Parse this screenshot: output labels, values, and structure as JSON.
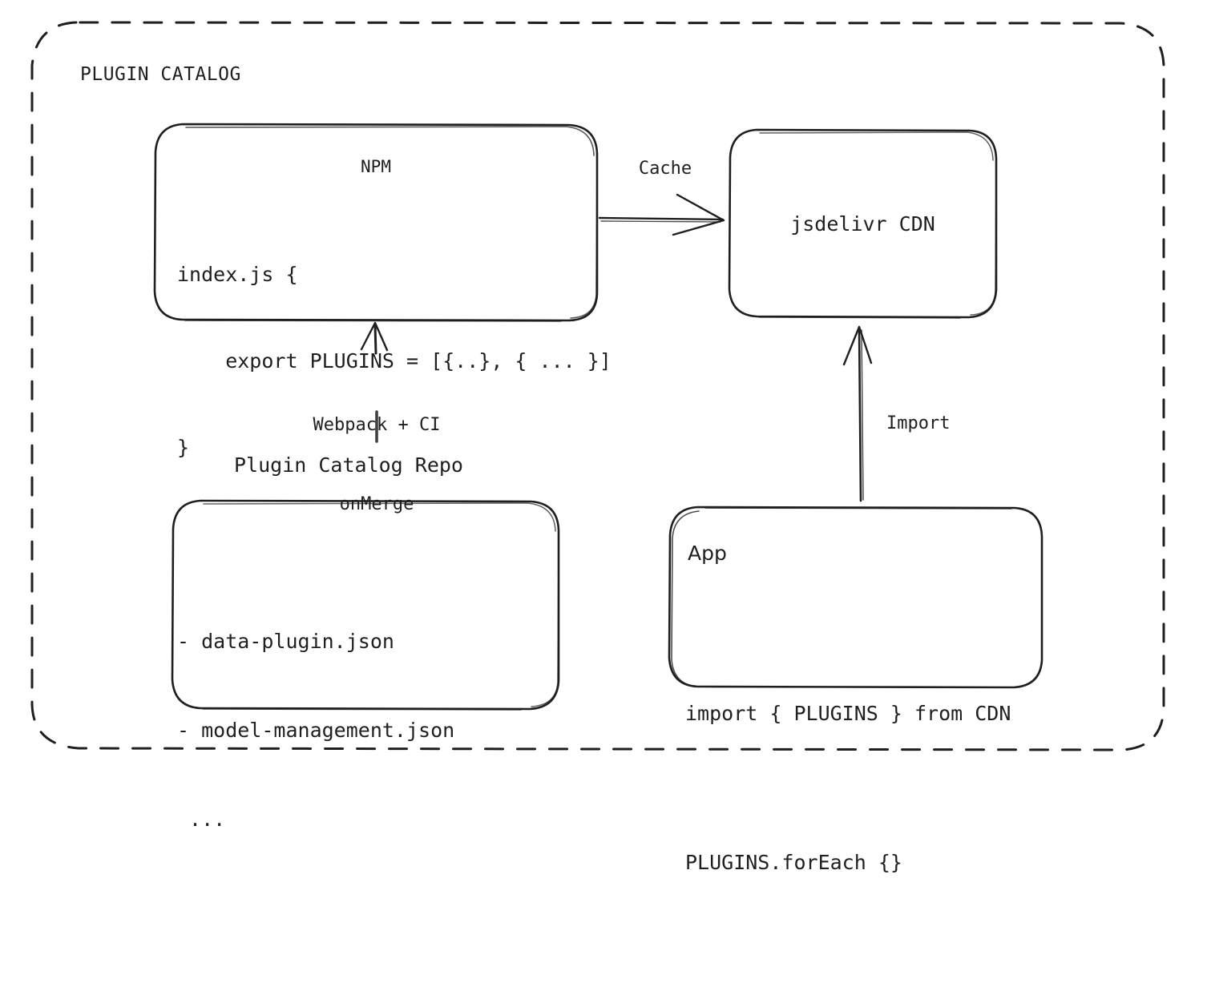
{
  "diagram": {
    "title": "PLUGIN CATALOG",
    "background_color": "#ffffff",
    "stroke_color": "#1f1f1f",
    "style": "hand-drawn sketch (excalidraw)",
    "container": {
      "name": "plugin-catalog-group",
      "border_style": "dashed",
      "label": "PLUGIN CATALOG"
    },
    "nodes": {
      "npm": {
        "title": "NPM",
        "code_lines": [
          "index.js {",
          "    export PLUGINS = [{..}, { ... }]",
          "}"
        ]
      },
      "cdn": {
        "title": "jsdelivr CDN"
      },
      "repo": {
        "caption": "Plugin Catalog Repo",
        "items": [
          "- data-plugin.json",
          "- model-management.json",
          " ..."
        ]
      },
      "app": {
        "title": "App",
        "code_lines": [
          "import { PLUGINS } from CDN",
          "PLUGINS.forEach {}"
        ]
      }
    },
    "edges": [
      {
        "name": "npm-to-cdn",
        "label": "Cache",
        "from": "npm",
        "to": "cdn",
        "direction": "right"
      },
      {
        "name": "repo-to-npm",
        "label": "Webpack + CI\nonMerge",
        "label_line1": "Webpack + CI",
        "label_line2": "onMerge",
        "from": "repo",
        "to": "npm",
        "direction": "up"
      },
      {
        "name": "app-to-cdn",
        "label": "Import",
        "from": "app",
        "to": "cdn",
        "direction": "up"
      }
    ]
  }
}
